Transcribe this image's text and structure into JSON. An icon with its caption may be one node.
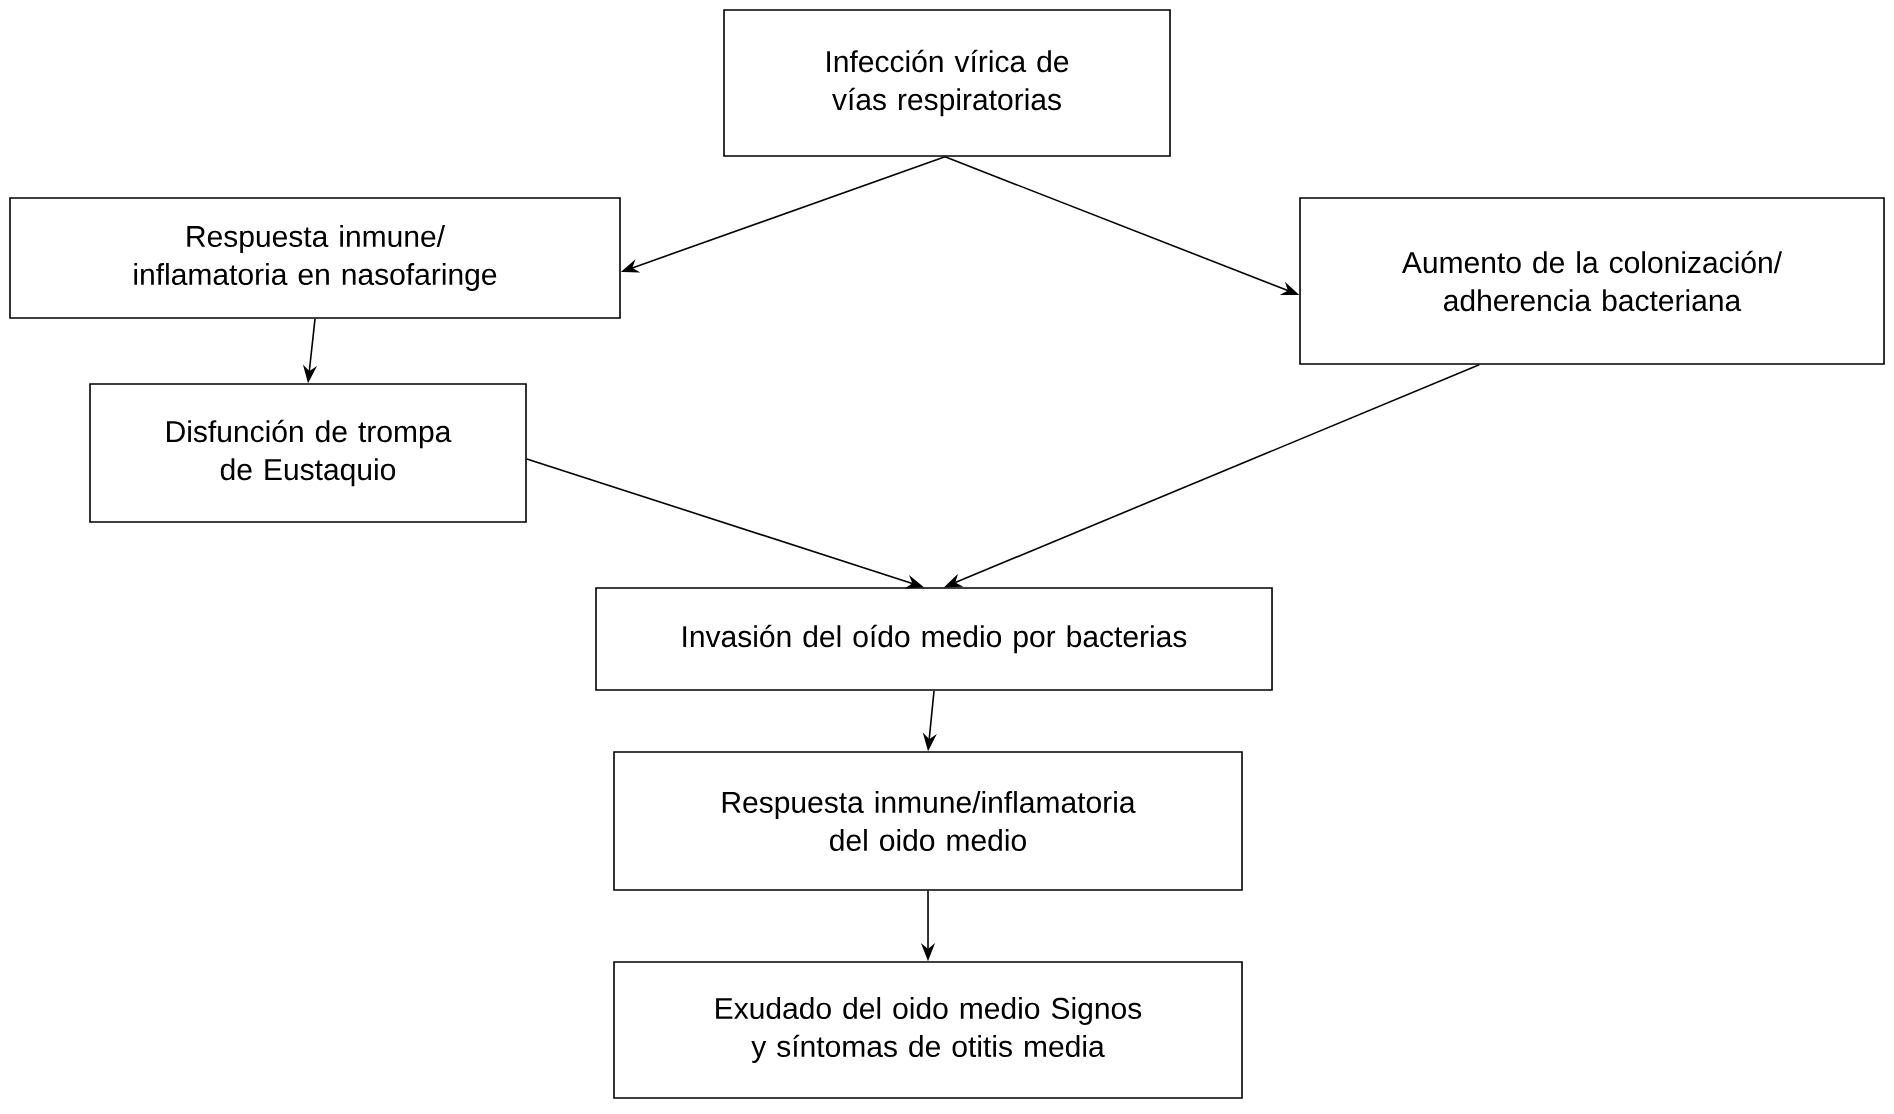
{
  "diagram": {
    "nodes": [
      {
        "text": [
          "Infección vírica de vías respiratorias"
        ]
      },
      {
        "text": [
          "Respuesta inmune/ inflamatoria en nasofaringe"
        ]
      },
      {
        "text": [
          "Aumento de la colonización/ adherencia bacteriana"
        ]
      },
      {
        "text": [
          "Disfunción de trompa de Eustaquio"
        ]
      },
      {
        "text": [
          "Invasión del oído medio por bacterias"
        ]
      },
      {
        "text": [
          "Respuesta inmune/inflamatoria del oido medio"
        ]
      },
      {
        "text": [
          "Exudado del oido medio Signos y síntomas de otitis media"
        ]
      }
    ],
    "edges": [
      {
        "from": 0,
        "to": 1,
        "arrow": "to"
      },
      {
        "from": 0,
        "to": 2,
        "arrow": "to"
      },
      {
        "from": 1,
        "to": 3,
        "arrow": "to"
      },
      {
        "from": 3,
        "to": 4,
        "arrow": "to"
      },
      {
        "from": 2,
        "to": 4,
        "arrow": "to"
      },
      {
        "from": 4,
        "to": 5,
        "arrow": "to"
      },
      {
        "from": 5,
        "to": 6,
        "arrow": "to"
      }
    ]
  }
}
